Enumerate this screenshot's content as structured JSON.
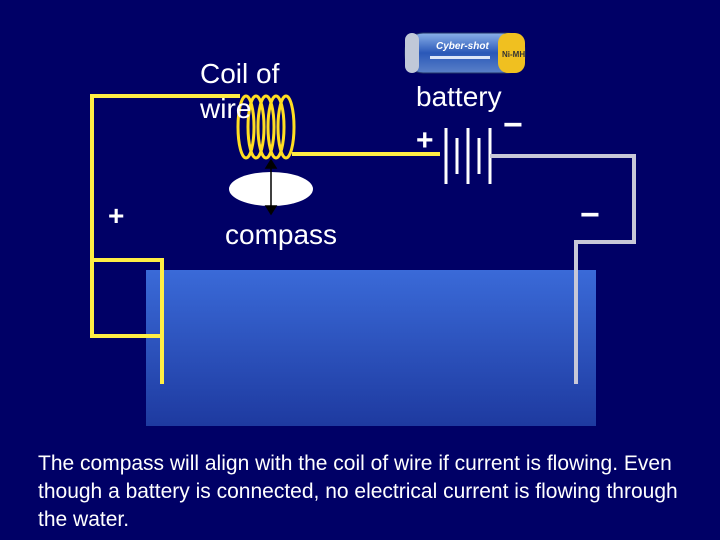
{
  "labels": {
    "coil": "Coil of wire",
    "battery": "battery",
    "compass": "compass",
    "left_terminal": "+",
    "battery_plus": "+",
    "battery_minus": "−",
    "right_terminal": "−"
  },
  "battery_icon": {
    "brand": "Cyber-shot",
    "sub_label": "Ni-MH"
  },
  "caption": "The compass will align with the coil of wire if current is flowing.  Even though a battery is connected, no electrical current is flowing through the water.",
  "colors": {
    "background": "#000066",
    "wire_left": "#ffee44",
    "wire_right": "#c8c8d8",
    "coil": "#ffdd22",
    "water_top": "#3a6ad8",
    "water_bottom": "#1e3aa0",
    "compass": "#ffffff"
  }
}
